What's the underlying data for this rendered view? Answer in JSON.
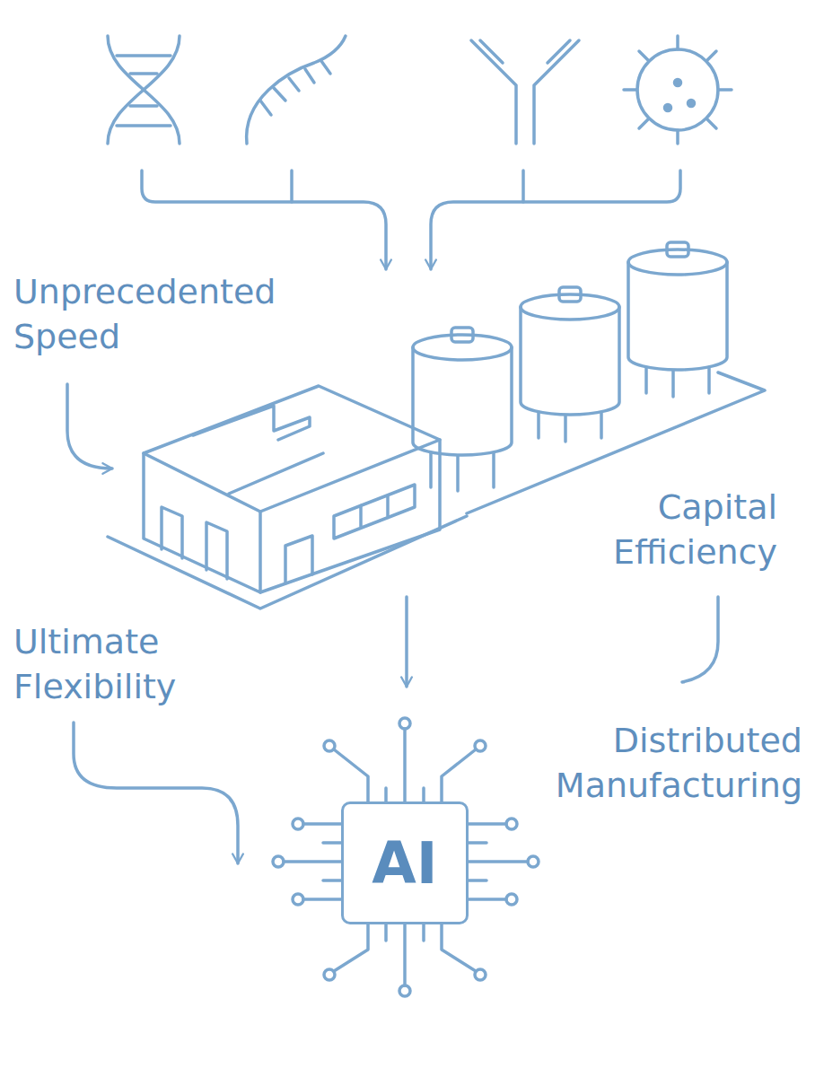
{
  "diagram": {
    "nodes": [
      {
        "text": [
          "AI"
        ]
      }
    ],
    "labels": [
      "Unprecedented Speed",
      "Capital Efficiency",
      "Ultimate Flexibility",
      "Distributed Manufacturing"
    ]
  }
}
